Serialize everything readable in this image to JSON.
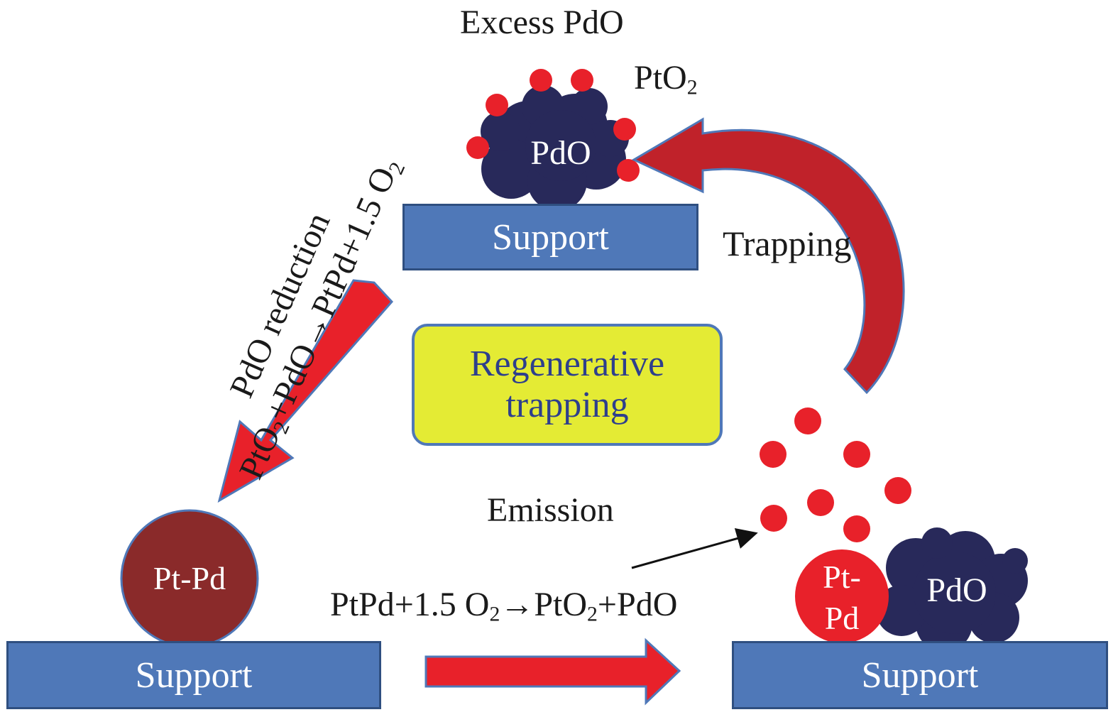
{
  "top": {
    "excess_label": "Excess PdO",
    "pto2_label_main": "PtO",
    "pto2_label_sub": "2",
    "particle_label": "PdO",
    "support_label": "Support"
  },
  "trapping_label": "Trapping",
  "center": {
    "line1": "Regenerative",
    "line2": "trapping"
  },
  "left_reaction": {
    "line1": "PdO reduction",
    "line2_parts": [
      "PtO",
      "2",
      "+PdO→PtPd+1.5 O",
      "2"
    ]
  },
  "bottom_left": {
    "particle_label": "Pt-Pd",
    "support_label": "Support"
  },
  "bottom_reaction": {
    "parts": [
      "PtPd+1.5 O",
      "2",
      "→PtO",
      "2",
      "+PdO"
    ]
  },
  "emission_label": "Emission",
  "bottom_right": {
    "ptpd_line1": "Pt-",
    "ptpd_line2": "Pd",
    "pdo_label": "PdO",
    "support_label": "Support"
  },
  "colors": {
    "support": "#4f78b8",
    "arrow_red": "#e8212a",
    "pdo_dark": "#28295a",
    "ptpd_brown": "#8a2a2a",
    "particle_red": "#e8212a",
    "center_fill": "#e4eb34",
    "center_text": "#2e3f8c"
  }
}
